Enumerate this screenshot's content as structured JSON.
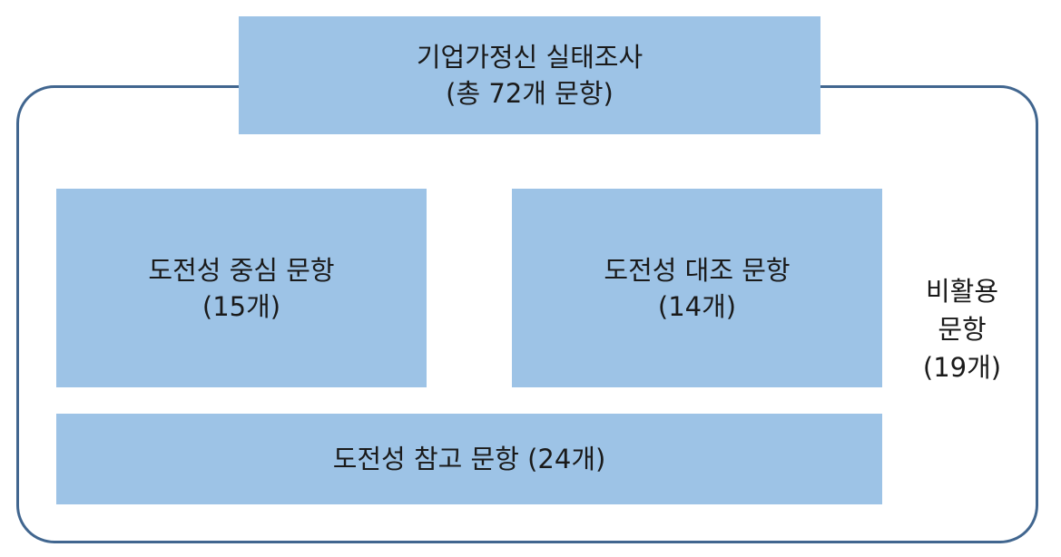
{
  "survey": {
    "title": "기업가정신 실태조사",
    "subtitle": "(총 72개 문항)"
  },
  "groups": {
    "core": {
      "label": "도전성 중심 문항",
      "count": "(15개)"
    },
    "contrast": {
      "label": "도전성 대조 문항",
      "count": "(14개)"
    },
    "reference": {
      "label": "도전성 참고 문항 (24개)"
    },
    "unused": {
      "line1": "비활용",
      "line2": "문항",
      "count": "(19개)"
    }
  },
  "colors": {
    "box_fill": "#9dc3e6",
    "container_border": "#41668f",
    "text": "#1a1a1a"
  }
}
